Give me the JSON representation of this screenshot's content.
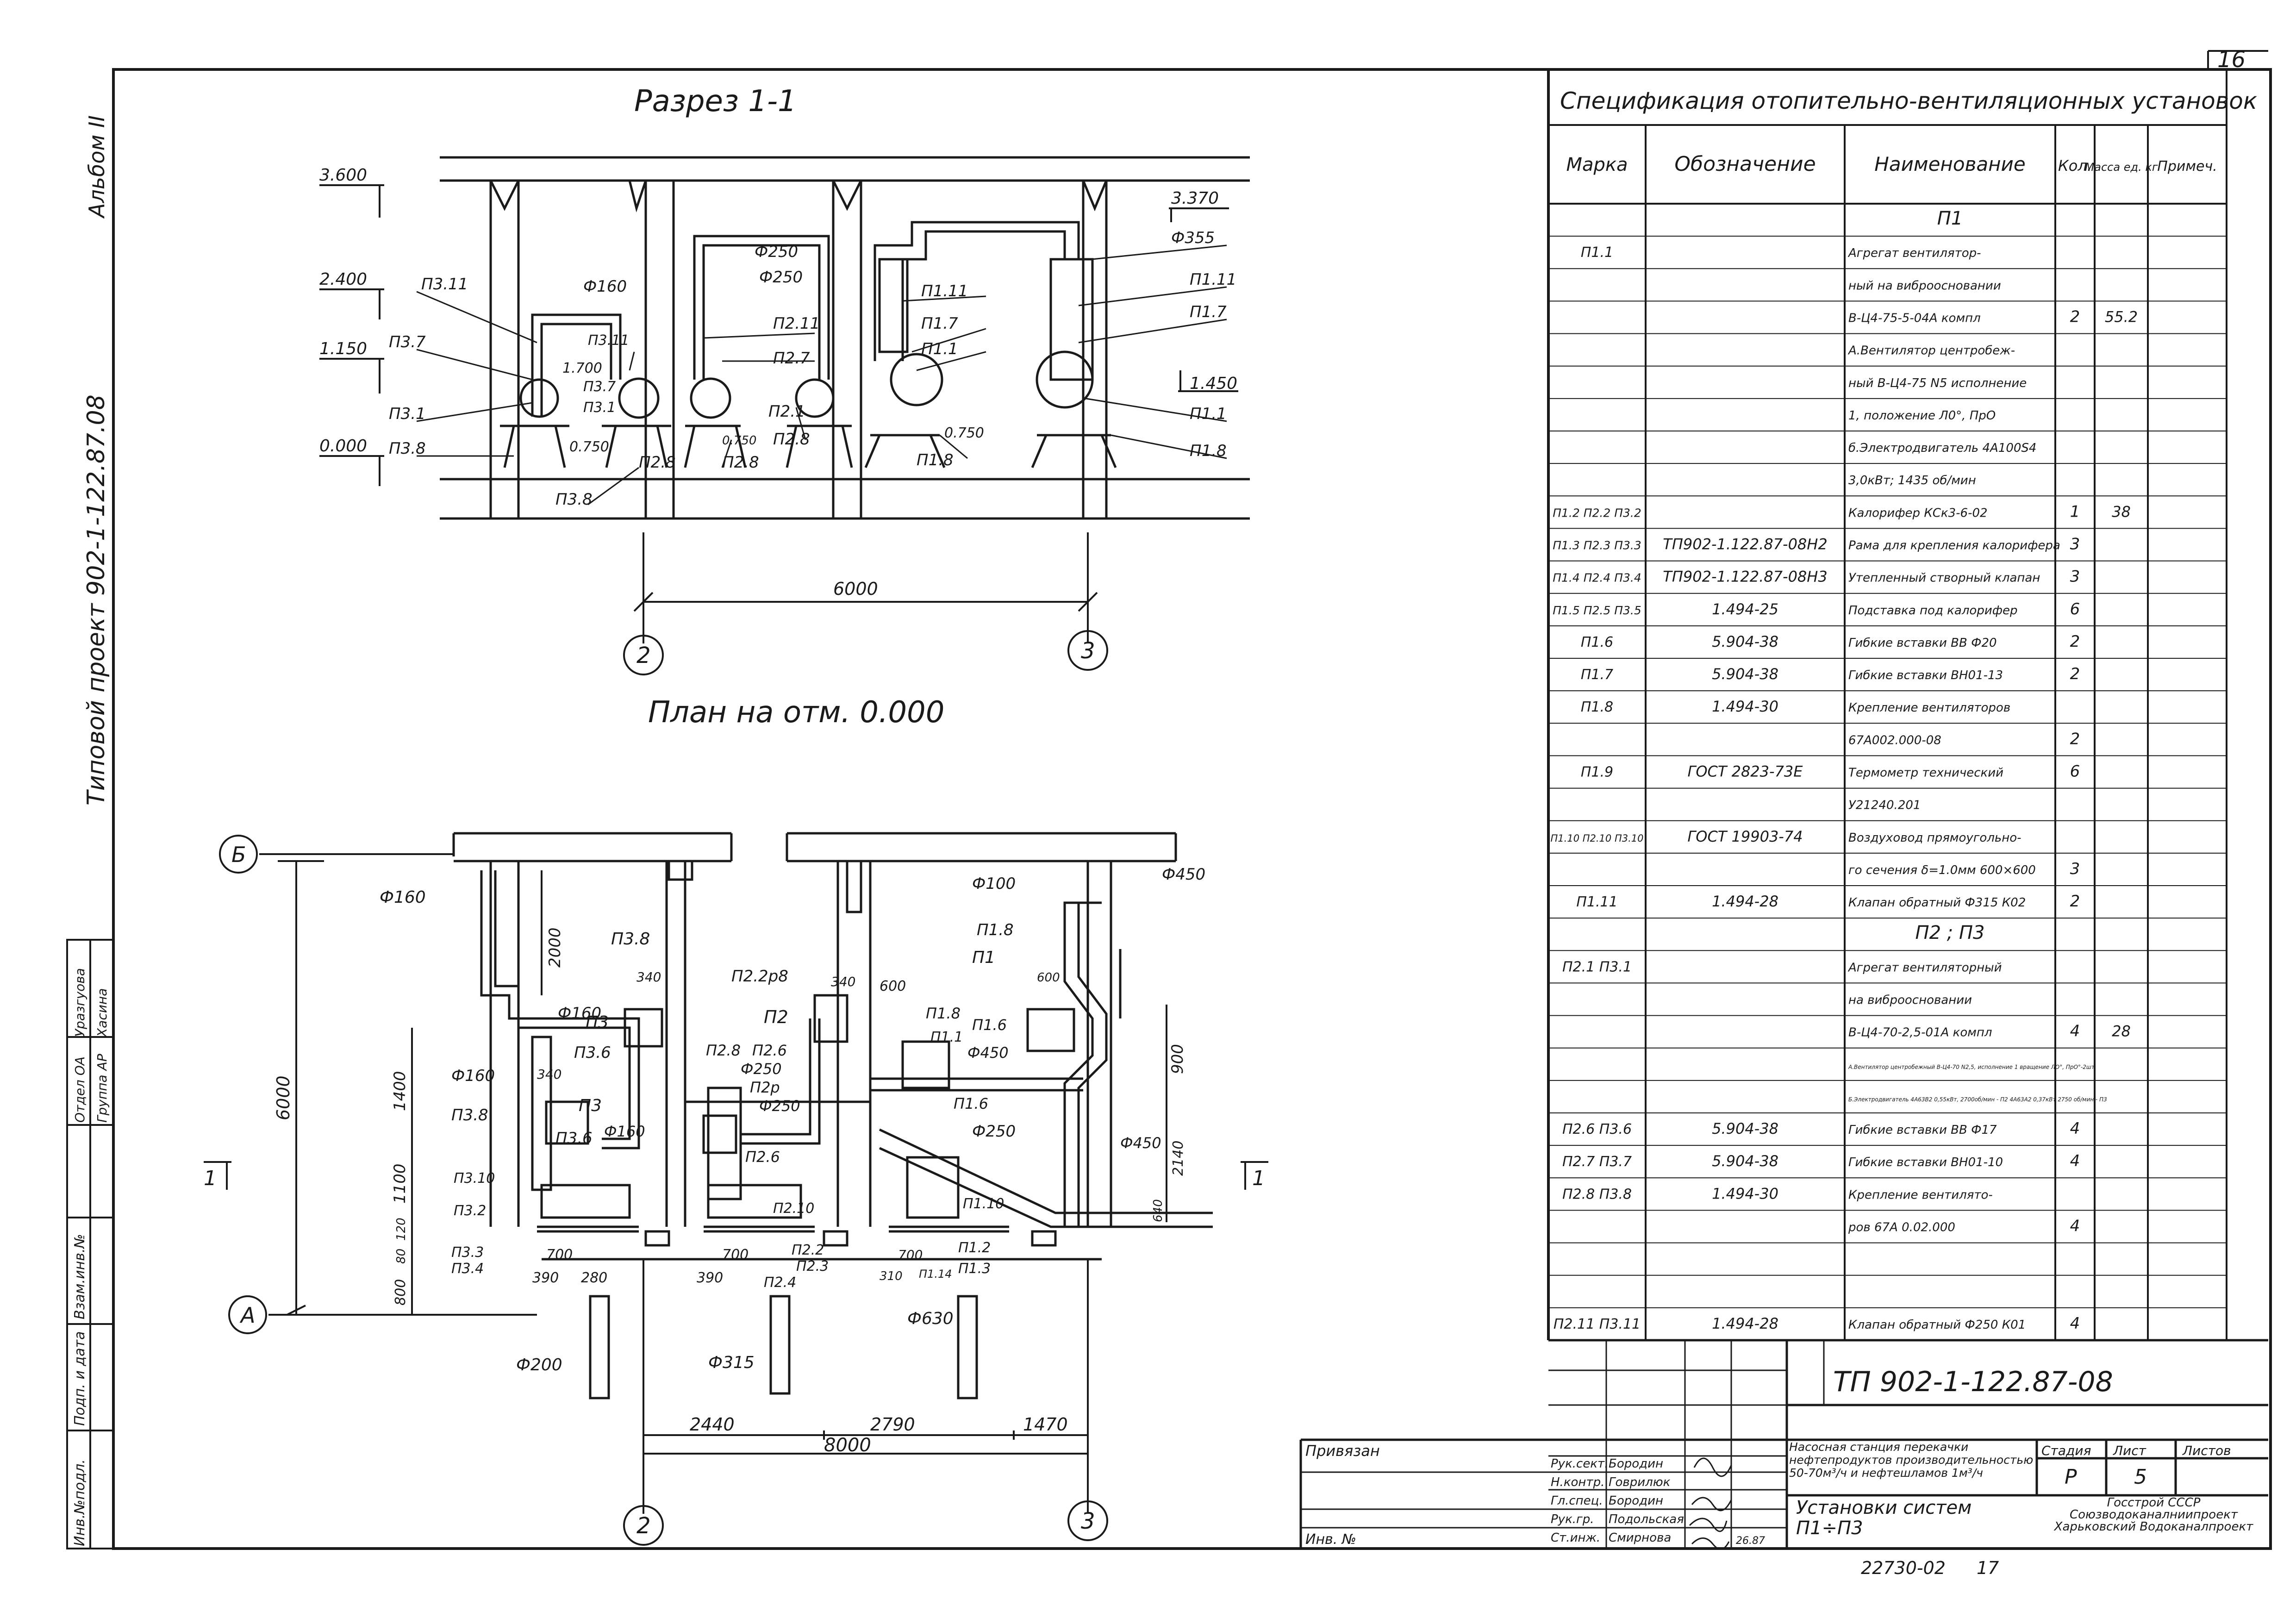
{
  "sheet": {
    "sheet_no": "16",
    "album": "Альбом II",
    "project": "Типовой проект 902-1-122.87.08",
    "copy_code": "22730-02",
    "copy_no": "17"
  },
  "section": {
    "title": "Разрез 1-1",
    "levels": [
      "3.600",
      "2.400",
      "1.150",
      "0.000",
      "3.370",
      "1.450"
    ],
    "labels": [
      "П3.11",
      "П3.7",
      "П3.1",
      "П3.8",
      "П3.8",
      "П3.11",
      "1.700",
      "П3.7",
      "П3.1",
      "П2.8",
      "П2.8",
      "П2.8",
      "П2.1",
      "П2.7",
      "П2.11",
      "П1.11",
      "П1.7",
      "П1.1",
      "П1.8",
      "П1.11",
      "П1.7",
      "П1.1",
      "П1.8"
    ],
    "diameters": [
      "Ф160",
      "Ф250",
      "Ф250",
      "Ф355"
    ],
    "marks_0750": [
      "0.750",
      "0.750",
      "0.750"
    ],
    "dim_6000": "6000",
    "axis_2": "2",
    "axis_3": "3"
  },
  "plan": {
    "title": "План на отм. 0.000",
    "axis_b": "Б",
    "axis_a": "А",
    "axis_2": "2",
    "axis_3": "3",
    "dim_6000": "6000",
    "dim_2440": "2440",
    "dim_2790": "2790",
    "dim_1470": "1470",
    "dim_8000": "8000",
    "v_dims": [
      "2000",
      "1400",
      "1100",
      "800",
      "80",
      "120",
      "900",
      "2140",
      "640"
    ],
    "h_dims": [
      "340",
      "340",
      "340",
      "600",
      "600",
      "700",
      "700",
      "700",
      "390",
      "280",
      "390",
      "310"
    ],
    "labels": [
      "П3.8",
      "П3",
      "П3.6",
      "П3",
      "П3.6",
      "П3.8",
      "П3.10",
      "П3.2",
      "П3.3",
      "П3.4",
      "П2.2р8",
      "П2",
      "П2.8",
      "П2.6",
      "П2р",
      "П2.6",
      "П2.10",
      "П2.2",
      "П2.3",
      "П2.4",
      "П1.8",
      "П1",
      "П1.8",
      "П1.1",
      "П1.6",
      "П1.6",
      "П1.10",
      "П1.2",
      "П1.3",
      "П1.14"
    ],
    "diameters": [
      "Ф160",
      "Ф160",
      "Ф160",
      "Ф160",
      "Ф250",
      "Ф250",
      "Ф100",
      "Ф450",
      "Ф450",
      "Ф450",
      "Ф250",
      "Ф200",
      "Ф315",
      "Ф630"
    ],
    "section_mark": "1"
  },
  "spec": {
    "title": "Спецификация отопительно-вентиляционных установок",
    "headers": [
      "Марка",
      "Обозначение",
      "Наименование",
      "Кол.",
      "Масса ед. кг",
      "Примеч."
    ],
    "rows": [
      [
        "",
        "",
        "П1",
        "",
        "",
        ""
      ],
      [
        "П1.1",
        "",
        "Агрегат вентилятор-",
        "",
        "",
        ""
      ],
      [
        "",
        "",
        "ный на виброосновании",
        "",
        "",
        ""
      ],
      [
        "",
        "",
        "В-Ц4-75-5-04А компл",
        "2",
        "55.2",
        ""
      ],
      [
        "",
        "",
        "А.Вентилятор центробеж-",
        "",
        "",
        ""
      ],
      [
        "",
        "",
        "ный В-Ц4-75 N5 исполнение",
        "",
        "",
        ""
      ],
      [
        "",
        "",
        "1, положение Л0°, ПрО",
        "",
        "",
        ""
      ],
      [
        "",
        "",
        "б.Электродвигатель 4А100S4",
        "",
        "",
        ""
      ],
      [
        "",
        "",
        "3,0кВт; 1435 об/мин",
        "",
        "",
        ""
      ],
      [
        "П1.2 П2.2 П3.2",
        "",
        "Калорифер КСк3-6-02",
        "1",
        "38",
        ""
      ],
      [
        "П1.3 П2.3 П3.3",
        "ТП902-1.122.87-08Н2",
        "Рама для крепления калорифера",
        "3",
        "",
        ""
      ],
      [
        "П1.4 П2.4 П3.4",
        "ТП902-1.122.87-08Н3",
        "Утепленный створный клапан",
        "3",
        "",
        ""
      ],
      [
        "П1.5 П2.5 П3.5",
        "1.494-25",
        "Подставка под калорифер",
        "6",
        "",
        ""
      ],
      [
        "П1.6",
        "5.904-38",
        "Гибкие вставки ВВ Ф20",
        "2",
        "",
        ""
      ],
      [
        "П1.7",
        "5.904-38",
        "Гибкие вставки ВН01-13",
        "2",
        "",
        ""
      ],
      [
        "П1.8",
        "1.494-30",
        "Крепление вентиляторов",
        "",
        "",
        ""
      ],
      [
        "",
        "",
        "67А002.000-08",
        "2",
        "",
        ""
      ],
      [
        "П1.9",
        "ГОСТ 2823-73Е",
        "Термометр технический",
        "6",
        "",
        ""
      ],
      [
        "",
        "",
        "У21240.201",
        "",
        "",
        ""
      ],
      [
        "П1.10 П2.10 П3.10",
        "ГОСТ 19903-74",
        "Воздуховод прямоугольно-",
        "",
        "",
        ""
      ],
      [
        "",
        "",
        "го сечения δ=1.0мм 600×600",
        "3",
        "",
        ""
      ],
      [
        "П1.11",
        "1.494-28",
        "Клапан обратный Ф315 К02",
        "2",
        "",
        ""
      ],
      [
        "",
        "",
        "П2 ; П3",
        "",
        "",
        ""
      ],
      [
        "П2.1 П3.1",
        "",
        "Агрегат вентиляторный",
        "",
        "",
        ""
      ],
      [
        "",
        "",
        "на виброосновании",
        "",
        "",
        ""
      ],
      [
        "",
        "",
        "В-Ц4-70-2,5-01А компл",
        "4",
        "28",
        ""
      ],
      [
        "",
        "",
        "А.Вентилятор центробежный В-Ц4-70 N2,5, исполнение 1 вращение ЛО°, ПрО°-2шт",
        "",
        "",
        ""
      ],
      [
        "",
        "",
        "Б.Электродвигатель 4А63В2 0,55кВт, 2700об/мин - П2 4А63А2 0,37кВт 2750 об/мин - П3",
        "",
        "",
        ""
      ],
      [
        "П2.6 П3.6",
        "5.904-38",
        "Гибкие вставки ВВ Ф17",
        "4",
        "",
        ""
      ],
      [
        "П2.7 П3.7",
        "5.904-38",
        "Гибкие вставки ВН01-10",
        "4",
        "",
        ""
      ],
      [
        "П2.8 П3.8",
        "1.494-30",
        "Крепление вентилято-",
        "",
        "",
        ""
      ],
      [
        "",
        "",
        "ров 67А 0.02.000",
        "4",
        "",
        ""
      ],
      [
        "",
        "",
        "",
        "",
        "",
        ""
      ],
      [
        "",
        "",
        "",
        "",
        "",
        ""
      ],
      [
        "П2.11 П3.11",
        "1.494-28",
        "Клапан обратный Ф250 К01",
        "4",
        "",
        ""
      ]
    ]
  },
  "stamp": {
    "privyazan": "Привязан",
    "inv_label": "Инв. №",
    "doc_code": "ТП 902-1-122.87-08",
    "object": "Насосная станция перекачки нефтепродуктов производительностью 50-70м³/ч и нефтешламов 1м³/ч",
    "sheet_title": "Установки систем П1÷П3",
    "stage_label": "Стадия",
    "sheet_label": "Лист",
    "sheets_label": "Листов",
    "stage": "Р",
    "sheet": "5",
    "org": "Госстрой СССР Союзводоканалниипроект Харьковский Водоканалпроект",
    "roles": [
      "Рук.сект.",
      "Н.контр.",
      "Гл.спец.",
      "Рук.гр.",
      "Ст.инж."
    ],
    "names": [
      "Бородин",
      "Говрилюк",
      "Бородин",
      "Подольская",
      "Смирнова"
    ],
    "date": "26.87",
    "left_names": [
      "Отдел ОА",
      "Уразгуова",
      "Группа АР",
      "Хасина"
    ],
    "left_headers": [
      "Инв.№подл.",
      "Подп. и дата",
      "Взам.инв.№"
    ]
  }
}
